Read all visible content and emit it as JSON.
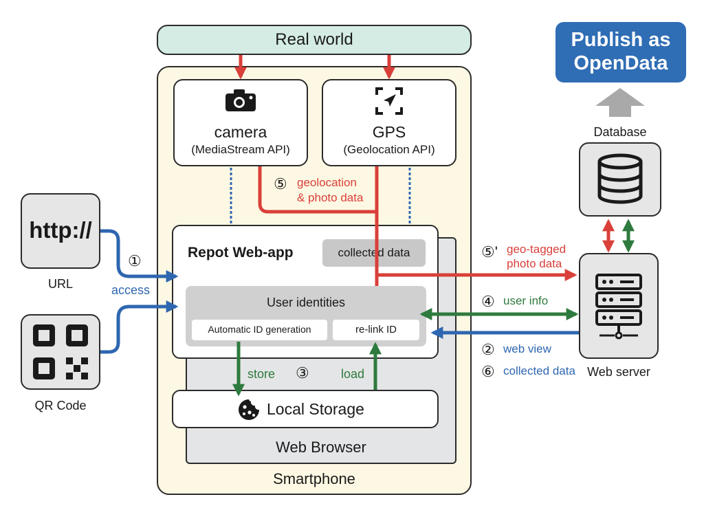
{
  "real_world": "Real world",
  "publish": [
    "Publish as",
    "OpenData"
  ],
  "database_label": "Database",
  "webserver_label": "Web server",
  "smartphone_label": "Smartphone",
  "web_browser_label": "Web Browser",
  "camera": {
    "title": "camera",
    "api": "(MediaStream API)"
  },
  "gps": {
    "title": "GPS",
    "api": "(Geolocation API)"
  },
  "webapp": {
    "title": "Repot Web-app",
    "collected": "collected data"
  },
  "user_identities": {
    "title": "User identities",
    "auto_id": "Automatic ID generation",
    "relink": "re-link ID"
  },
  "local_storage": "Local Storage",
  "url": {
    "text": "http://",
    "label": "URL"
  },
  "qr": {
    "label": "QR Code"
  },
  "access": {
    "num": "①",
    "label": "access"
  },
  "flow5": {
    "num": "⑤",
    "line1": "geolocation",
    "line2": "& photo data"
  },
  "flow5p": {
    "num": "⑤'",
    "line1": "geo-tagged",
    "line2": "photo data"
  },
  "flow4": {
    "num": "④",
    "label": "user info"
  },
  "flow2": {
    "num": "②",
    "label": "web view"
  },
  "flow6": {
    "num": "⑥",
    "label": "collected data"
  },
  "flow3": {
    "store": "store",
    "num": "③",
    "load": "load"
  },
  "colors": {
    "red": "#d9403a",
    "blue": "#2e66b0",
    "green": "#2e7a3e",
    "box_green": "#d4ece4",
    "phone_bg": "#fdf8e3",
    "browser_bg": "#e4e5e6",
    "publish_bg": "#2f6db4"
  }
}
